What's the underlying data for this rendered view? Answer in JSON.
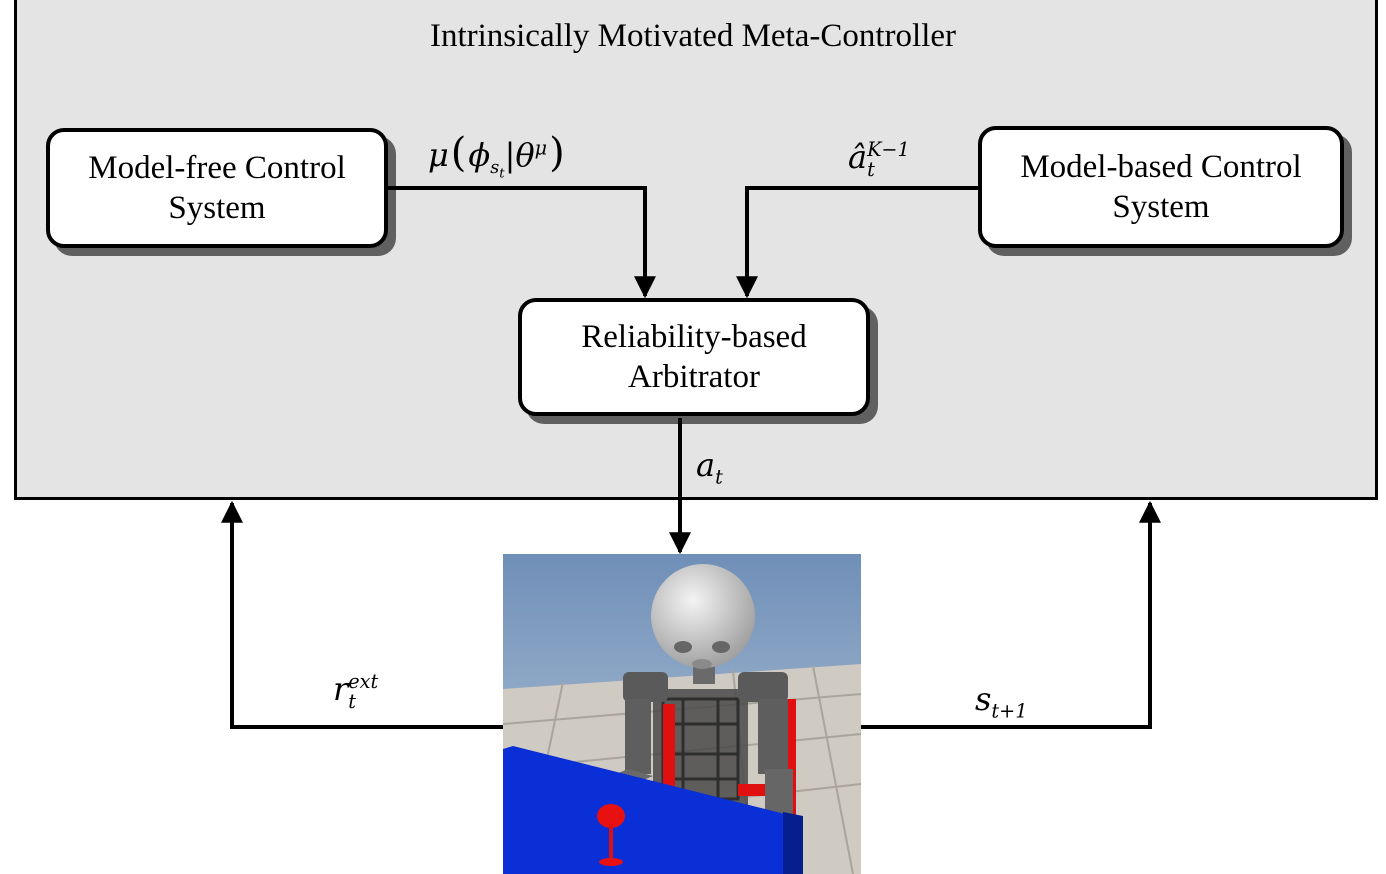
{
  "title": "Intrinsically Motivated Meta-Controller",
  "boxes": {
    "model_free": {
      "line1": "Model-free Control",
      "line2": "System"
    },
    "model_based": {
      "line1": "Model-based Control",
      "line2": "System"
    },
    "arbitrator": {
      "line1": "Reliability-based",
      "line2": "Arbitrator"
    }
  },
  "signals": {
    "mu": {
      "base": "μ",
      "open": "(",
      "phi": "ϕ",
      "phi_sub": "s",
      "phi_sub_sub": "t",
      "bar": "|",
      "theta": "θ",
      "theta_sup": "μ",
      "close": ")"
    },
    "a_hat": {
      "base": "â",
      "sub": "t",
      "sup": "K−1"
    },
    "a_t": {
      "base": "a",
      "sub": "t"
    },
    "r_ext": {
      "base": "r",
      "sub": "t",
      "sup": "ext"
    },
    "s_next": {
      "base": "s",
      "sub": "t+1"
    }
  }
}
